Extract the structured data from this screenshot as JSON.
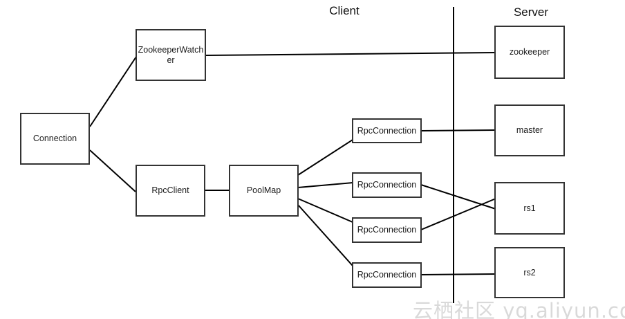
{
  "headers": {
    "client": "Client",
    "server": "Server"
  },
  "nodes": {
    "connection": {
      "label": "Connection"
    },
    "zookeeper_watcher": {
      "label": "ZookeeperWatcher",
      "lines": [
        "ZookeeperWatch",
        "er"
      ]
    },
    "rpc_client": {
      "label": "RpcClient"
    },
    "pool_map": {
      "label": "PoolMap"
    },
    "rpc_connection_1": {
      "label": "RpcConnection"
    },
    "rpc_connection_2": {
      "label": "RpcConnection"
    },
    "rpc_connection_3": {
      "label": "RpcConnection"
    },
    "rpc_connection_4": {
      "label": "RpcConnection"
    },
    "zookeeper": {
      "label": "zookeeper"
    },
    "master": {
      "label": "master"
    },
    "rs1": {
      "label": "rs1"
    },
    "rs2": {
      "label": "rs2"
    }
  },
  "edges": [
    {
      "from": "Connection",
      "to": "ZookeeperWatcher"
    },
    {
      "from": "Connection",
      "to": "RpcClient"
    },
    {
      "from": "ZookeeperWatcher",
      "to": "zookeeper"
    },
    {
      "from": "RpcClient",
      "to": "PoolMap"
    },
    {
      "from": "PoolMap",
      "to": "RpcConnection-1"
    },
    {
      "from": "PoolMap",
      "to": "RpcConnection-2"
    },
    {
      "from": "PoolMap",
      "to": "RpcConnection-3"
    },
    {
      "from": "PoolMap",
      "to": "RpcConnection-4"
    },
    {
      "from": "RpcConnection-1",
      "to": "master"
    },
    {
      "from": "RpcConnection-2",
      "to": "rs1"
    },
    {
      "from": "RpcConnection-3",
      "to": "rs1"
    },
    {
      "from": "RpcConnection-4",
      "to": "rs2"
    }
  ],
  "watermark": {
    "text": "云栖社区 yq.aliyun.com"
  },
  "colors": {
    "line": "#000000",
    "border": "#333333",
    "text": "#1a1a1a",
    "watermark": "#d9d9d9",
    "background": "#ffffff"
  }
}
